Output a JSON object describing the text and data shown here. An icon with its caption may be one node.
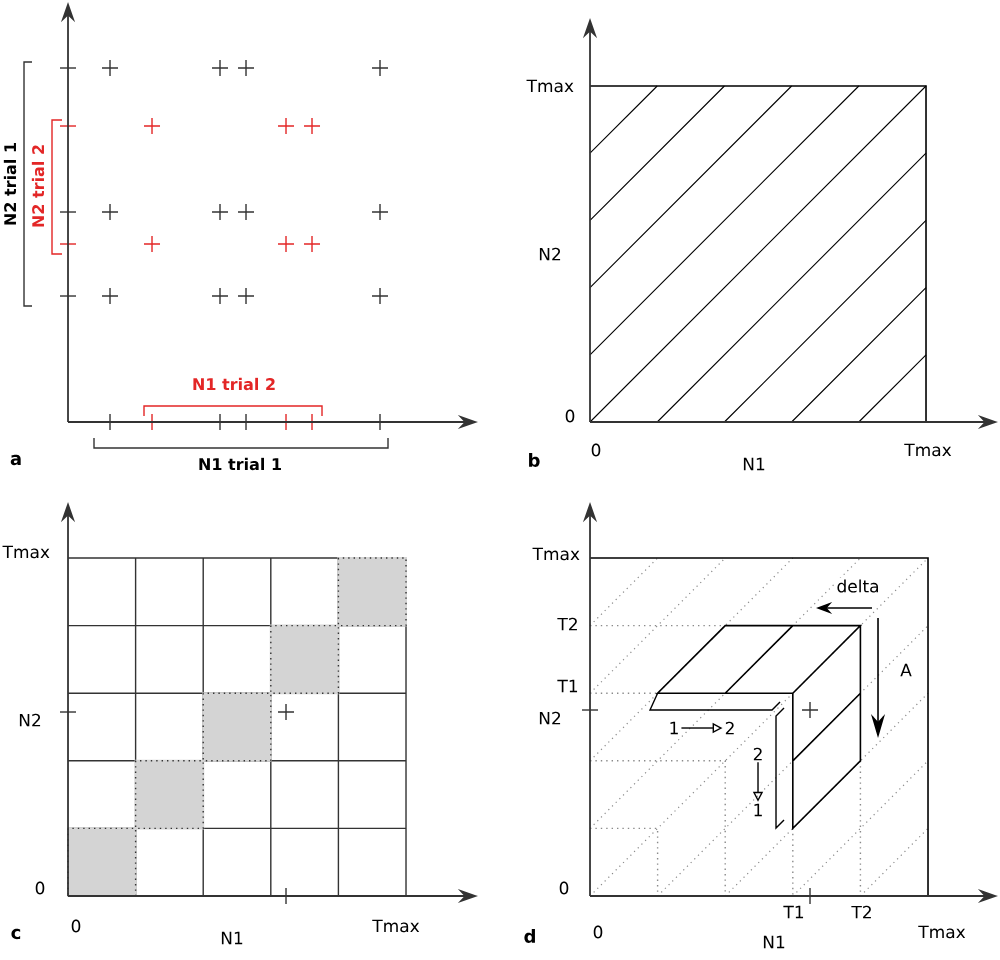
{
  "diagram": {
    "nodes": [
      {
        "text": [
          "1"
        ]
      },
      {
        "text": [
          "2"
        ]
      },
      {
        "text": [
          "2"
        ]
      },
      {
        "text": [
          "1"
        ]
      }
    ],
    "edges": [
      {
        "from": 0,
        "to": 1,
        "arrow": "to"
      },
      {
        "from": 2,
        "to": 3,
        "arrow": "to"
      }
    ],
    "labels": [
      "N2 trial 1",
      "N2 trial 2",
      "N1 trial 2",
      "a",
      "N1 trial 1",
      "Tmax",
      "N2",
      "0",
      "b",
      "0",
      "N1",
      "Tmax",
      "Tmax",
      "N2",
      "0",
      "c",
      "0",
      "N1",
      "Tmax",
      "Tmax",
      "delta",
      "T2",
      "A",
      "T1",
      "N2",
      "0",
      "T1",
      "T2",
      "d",
      "0",
      "N1",
      "Tmax"
    ]
  }
}
